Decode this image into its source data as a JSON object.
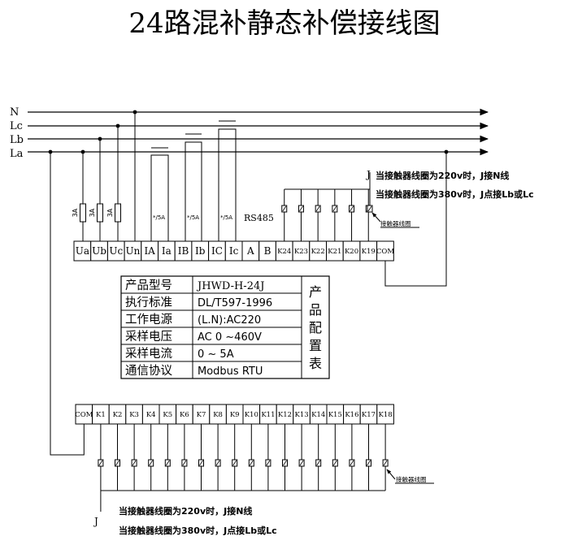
{
  "title": "24路混补静态补偿接线图",
  "lines": [
    "N",
    "Lc",
    "Lb",
    "La"
  ],
  "fuse_label": "3A",
  "ct_label": "*/5A",
  "rs485_label": "RS485",
  "top_terminals": [
    "Ua",
    "Ub",
    "Uc",
    "Un",
    "IA",
    "Ia",
    "IB",
    "Ib",
    "IC",
    "Ic",
    "A",
    "B",
    "K24",
    "K23",
    "K22",
    "K21",
    "K20",
    "K19",
    "COM"
  ],
  "bottom_terminals": [
    "COM",
    "K1",
    "K2",
    "K3",
    "K4",
    "K5",
    "K6",
    "K7",
    "K8",
    "K9",
    "K10",
    "K11",
    "K12",
    "K13",
    "K14",
    "K15",
    "K16",
    "K17",
    "K18"
  ],
  "coil_label": "接触器线圈",
  "j_label": "J",
  "note_line1": "当接触器线圈为220v时，J接N线",
  "note_line2": "当接触器线圈为380v时，J点接Lb或Lc",
  "config_table": {
    "side_label": "产品配置表",
    "rows": [
      {
        "label": "产品型号",
        "value": "JHWD-H-24J"
      },
      {
        "label": "执行标准",
        "value": "DL/T597-1996"
      },
      {
        "label": "工作电源",
        "value": "(L.N):AC220"
      },
      {
        "label": "采样电压",
        "value": "AC 0 ~460V"
      },
      {
        "label": "采样电流",
        "value": "0  ~  5A"
      },
      {
        "label": "通信协议",
        "value": "Modbus RTU"
      }
    ]
  }
}
